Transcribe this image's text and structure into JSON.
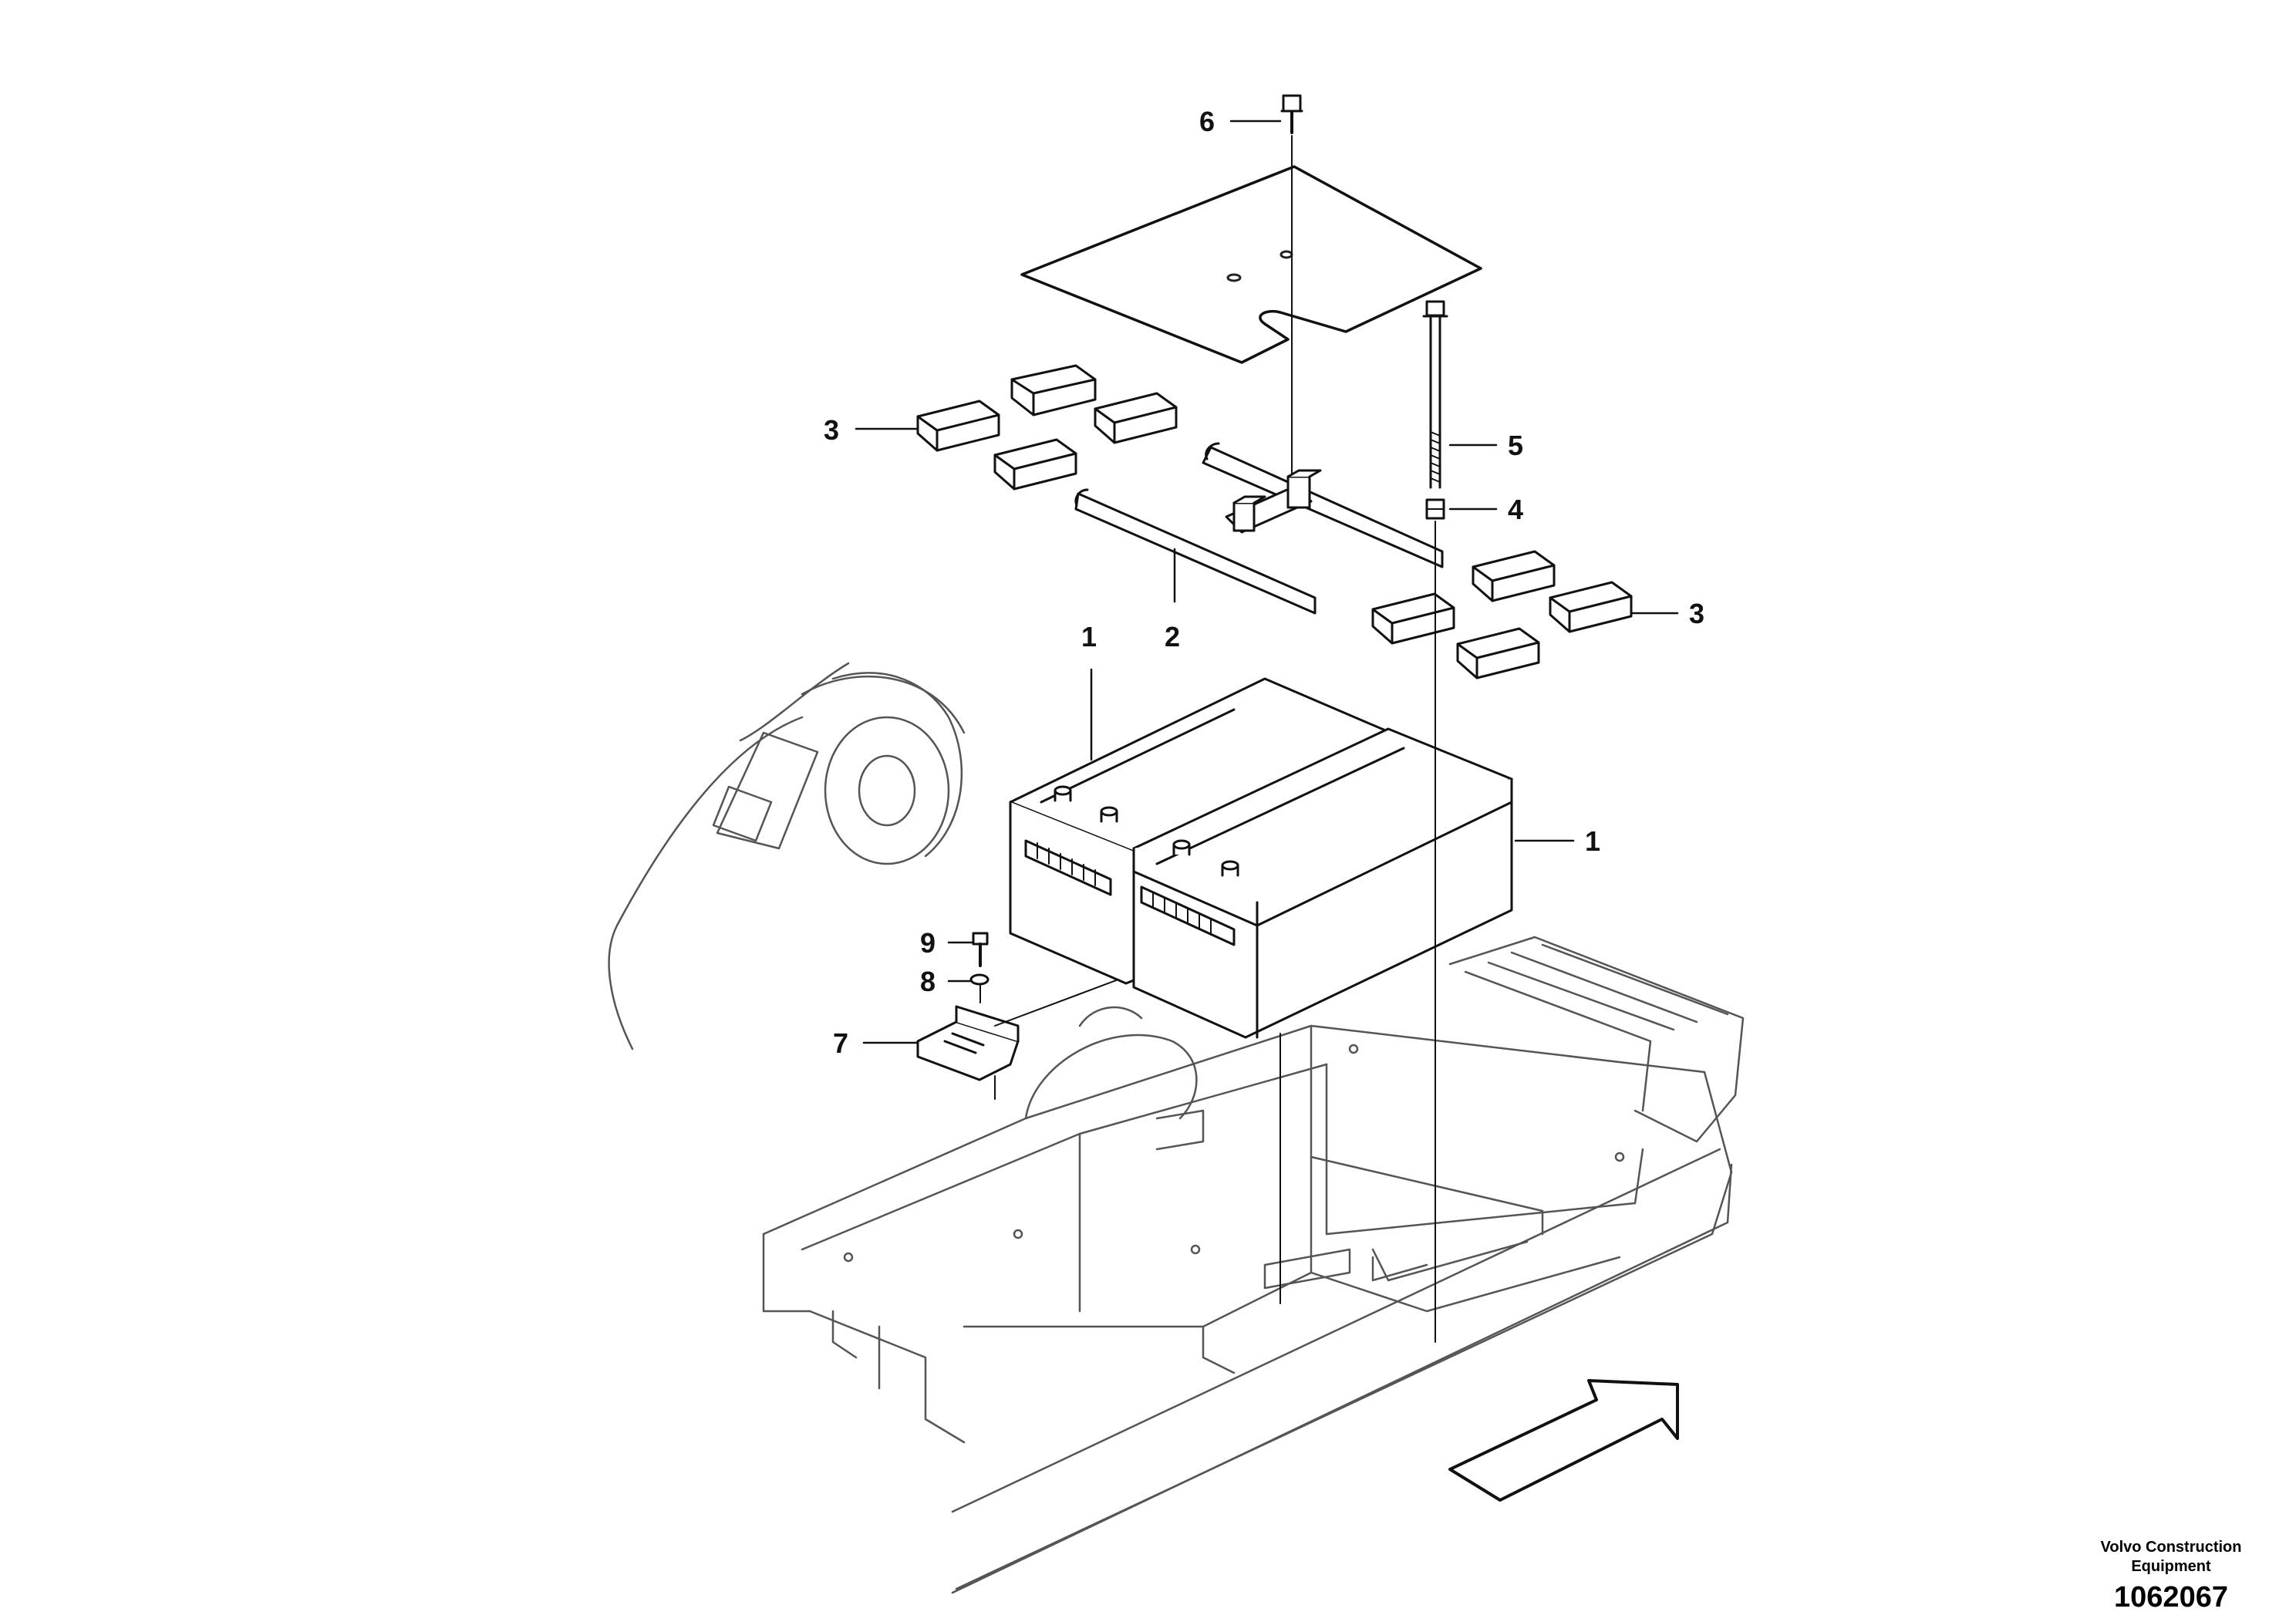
{
  "diagram": {
    "callouts": {
      "c1a": "1",
      "c1b": "1",
      "c2": "2",
      "c3a": "3",
      "c3b": "3",
      "c4": "4",
      "c5": "5",
      "c6": "6",
      "c7": "7",
      "c8": "8",
      "c9": "9"
    }
  },
  "footer": {
    "company_line_1": "Volvo Construction",
    "company_line_2": "Equipment",
    "drawing_number": "1062067"
  }
}
